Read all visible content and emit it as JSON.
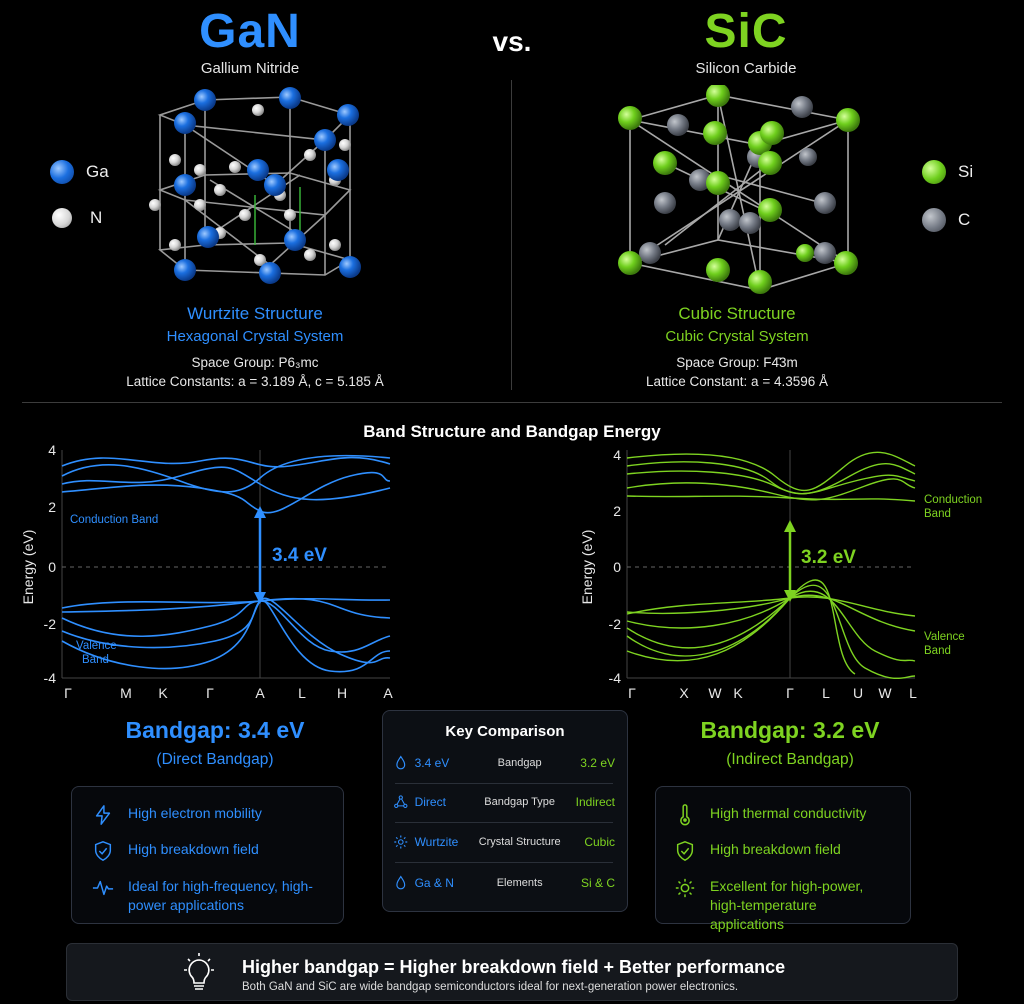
{
  "header": {
    "vs": "vs."
  },
  "gan": {
    "symbol": "GaN",
    "name": "Gallium Nitride",
    "legend": [
      {
        "label": "Ga",
        "icon": "ga-atom-icon"
      },
      {
        "label": "N",
        "icon": "n-atom-icon"
      }
    ],
    "structure": "Wurtzite Structure",
    "system": "Hexagonal Crystal System",
    "space_group": "Space Group: P6₃mc",
    "lattice": "Lattice Constants: a = 3.189 Å, c = 5.185 Å",
    "bandgap": "Bandgap: 3.4 eV",
    "bandgap_type": "(Direct Bandgap)",
    "features": [
      {
        "icon": "lightning-icon",
        "text": "High electron mobility"
      },
      {
        "icon": "shield-check-icon",
        "text": "High breakdown field"
      },
      {
        "icon": "pulse-icon",
        "text": "Ideal for high-frequency, high-power applications"
      }
    ]
  },
  "sic": {
    "symbol": "SiC",
    "name": "Silicon Carbide",
    "legend": [
      {
        "label": "Si",
        "icon": "si-atom-icon"
      },
      {
        "label": "C",
        "icon": "c-atom-icon"
      }
    ],
    "structure": "Cubic Structure",
    "system": "Cubic Crystal System",
    "space_group": "Space Group: F4̄3m",
    "lattice": "Lattice Constant: a = 4.3596 Å",
    "bandgap": "Bandgap: 3.2 eV",
    "bandgap_type": "(Indirect Bandgap)",
    "features": [
      {
        "icon": "thermometer-icon",
        "text": "High thermal conductivity"
      },
      {
        "icon": "shield-check-icon",
        "text": "High breakdown field"
      },
      {
        "icon": "sun-icon",
        "text": "Excellent for high-power, high-temperature applications"
      }
    ]
  },
  "band_section": {
    "title": "Band Structure and Bandgap Energy"
  },
  "band_plots": {
    "gan": {
      "ylabel": "Energy (eV)",
      "yticks": [
        "4",
        "2",
        "0",
        "-2",
        "-4"
      ],
      "xticks": [
        "Γ",
        "M",
        "K",
        "Γ",
        "A",
        "L",
        "H",
        "A"
      ],
      "gap_label": "3.4 eV",
      "conduction_label": "Conduction Band",
      "valence_label": [
        "Valence",
        "Band"
      ]
    },
    "sic": {
      "ylabel": "Energy (eV)",
      "yticks": [
        "4",
        "2",
        "0",
        "-2",
        "-4"
      ],
      "xticks": [
        "Γ",
        "X",
        "W",
        "K",
        "Γ",
        "L",
        "U",
        "W",
        "L"
      ],
      "gap_label": "3.2 eV",
      "conduction_label": [
        "Conduction",
        "Band"
      ],
      "valence_label": [
        "Valence",
        "Band"
      ]
    }
  },
  "key_comparison": {
    "title": "Key Comparison",
    "rows": [
      {
        "icon": "drop-icon",
        "gan": "3.4 eV",
        "property": "Bandgap",
        "sic": "3.2 eV"
      },
      {
        "icon": "molecule-icon",
        "gan": "Direct",
        "property": "Bandgap Type",
        "sic": "Indirect"
      },
      {
        "icon": "gear-icon",
        "gan": "Wurtzite",
        "property": "Crystal Structure",
        "sic": "Cubic"
      },
      {
        "icon": "drop-icon",
        "gan": "Ga & N",
        "property": "Elements",
        "sic": "Si & C"
      }
    ]
  },
  "footer": {
    "headline": "Higher bandgap = Higher breakdown field + Better performance",
    "note": "Both GaN and SiC are wide bandgap semiconductors ideal for next-generation power electronics.",
    "icon": "lightbulb-icon"
  },
  "colors": {
    "gan": "#2f8fff",
    "sic": "#7ed321",
    "background": "#000000"
  }
}
